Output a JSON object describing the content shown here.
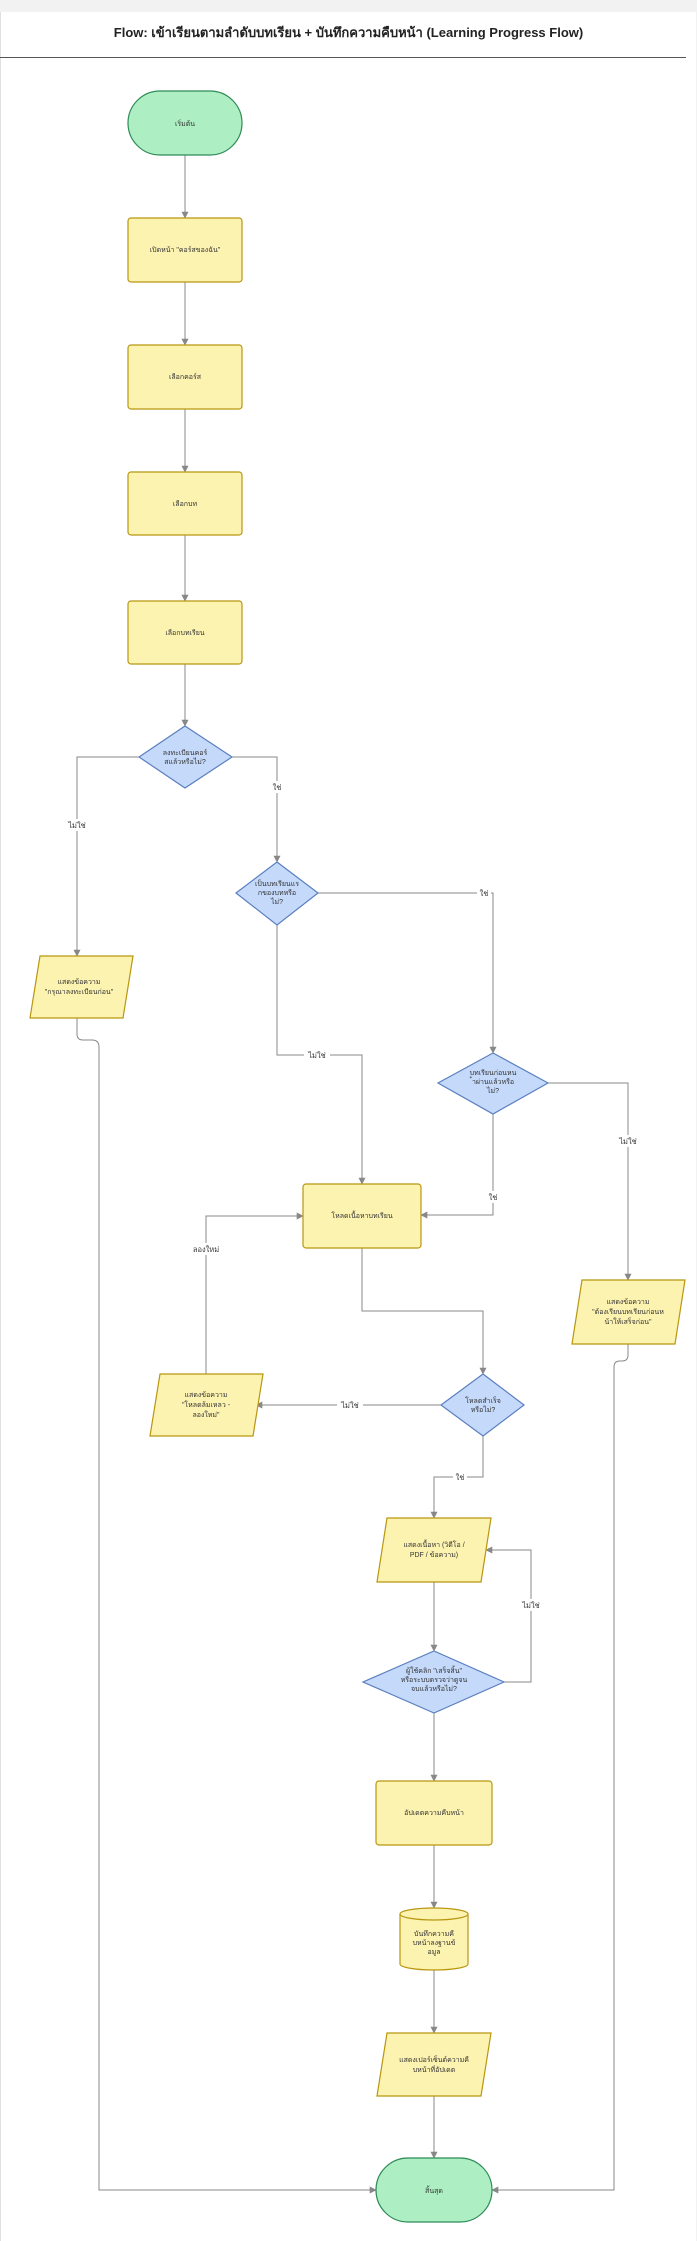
{
  "title": "Flow: เข้าเรียนตามลำดับบทเรียน + บันทึกความคืบหน้า (Learning Progress Flow)",
  "colors": {
    "terminal_fill": "#adefc3",
    "terminal_stroke": "#2e8b57",
    "process_fill": "#fdf3b1",
    "process_stroke": "#b8960f",
    "decision_fill": "#c5dafb",
    "decision_stroke": "#5a7fbf",
    "edge": "#888888"
  },
  "nodes": {
    "start": "เริ่มต้น",
    "open_catalog": "เปิดหน้า \"คอร์สของฉัน\"",
    "select_course": "เลือกคอร์ส",
    "select_chapter": "เลือกบท",
    "select_lesson": "เลือกบทเรียน",
    "enrolled_q": [
      "ลงทะเบียนคอร์",
      "สแล้วหรือไม่?"
    ],
    "show_enroll_msg": [
      "แสดงข้อความ",
      "\"กรุณาลงทะเบียนก่อน\""
    ],
    "first_lesson_q": [
      "เป็นบทเรียนแร",
      "กของบทหรือ",
      "ไม่?"
    ],
    "prev_done_q": [
      "บทเรียนก่อนหน",
      "้าผ่านแล้วหรือ",
      "ไม่?"
    ],
    "load_content": "โหลดเนื้อหาบทเรียน",
    "show_prev_msg": [
      "แสดงข้อความ",
      "\"ต้องเรียนบทเรียนก่อนห",
      "น้าให้เสร็จก่อน\""
    ],
    "load_ok_q": [
      "โหลดสำเร็จ",
      "หรือไม่?"
    ],
    "show_error_msg": [
      "แสดงข้อความ",
      "\"โหลดล้มเหลว -",
      "ลองใหม่\""
    ],
    "show_content": [
      "แสดงเนื้อหา (วิดีโอ /",
      "PDF / ข้อความ)"
    ],
    "clicked_done_q": [
      "ผู้ใช้คลิก \"เสร็จสิ้น\"",
      "หรือระบบตรวจว่าดูจน",
      "จบแล้วหรือไม่?"
    ],
    "update_progress": "อัปเดตความคืบหน้า",
    "save_progress": [
      "บันทึกความคื",
      "บหน้าลงฐานข้",
      "อมูล"
    ],
    "show_progress": [
      "แสดงเปอร์เซ็นต์ความคื",
      "บหน้าที่อัปเดต"
    ],
    "end": "สิ้นสุด"
  },
  "edge_labels": {
    "no": "ไม่ใช่",
    "yes": "ใช่",
    "retry": "ลองใหม่"
  }
}
